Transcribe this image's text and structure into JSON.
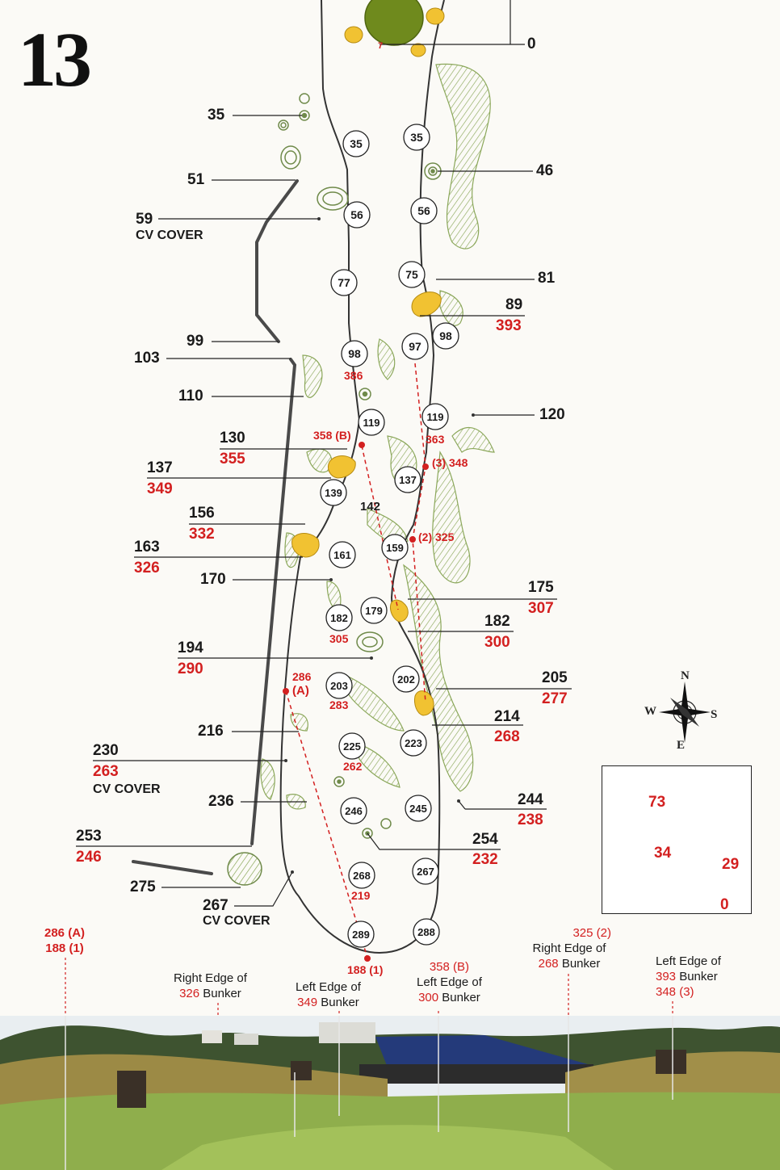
{
  "hole": {
    "number": "13"
  },
  "colors": {
    "fairway_line": "#333333",
    "path": "#4a4a4a",
    "sand": "#f1c232",
    "green": "#6f8a1d",
    "rough": "#7f9f4a",
    "red": "#d32020"
  },
  "yardage_markers": [
    {
      "id": "m35l",
      "value": "35"
    },
    {
      "id": "m35r",
      "value": "35"
    },
    {
      "id": "m56l",
      "value": "56"
    },
    {
      "id": "m56r",
      "value": "56"
    },
    {
      "id": "m77",
      "value": "77"
    },
    {
      "id": "m75",
      "value": "75"
    },
    {
      "id": "m98l",
      "value": "98"
    },
    {
      "id": "m97",
      "value": "97"
    },
    {
      "id": "m98r",
      "value": "98"
    },
    {
      "id": "m119l",
      "value": "119"
    },
    {
      "id": "m119r",
      "value": "119"
    },
    {
      "id": "m139",
      "value": "139"
    },
    {
      "id": "m137",
      "value": "137"
    },
    {
      "id": "m161",
      "value": "161"
    },
    {
      "id": "m159",
      "value": "159"
    },
    {
      "id": "m182",
      "value": "182"
    },
    {
      "id": "m179",
      "value": "179"
    },
    {
      "id": "m203",
      "value": "203"
    },
    {
      "id": "m202",
      "value": "202"
    },
    {
      "id": "m225",
      "value": "225"
    },
    {
      "id": "m223",
      "value": "223"
    },
    {
      "id": "m246",
      "value": "246"
    },
    {
      "id": "m245",
      "value": "245"
    },
    {
      "id": "m268",
      "value": "268"
    },
    {
      "id": "m267",
      "value": "267"
    },
    {
      "id": "m289",
      "value": "289"
    },
    {
      "id": "m288",
      "value": "288"
    }
  ],
  "small_labels": {
    "s386": "386",
    "s358b": "358 (B)",
    "s363": "363",
    "s348": "(3) 348",
    "s142": "142",
    "s325": "(2) 325",
    "s305": "305",
    "s286": "286",
    "s286a": "(A)",
    "s283": "283",
    "s262": "262",
    "s219": "219",
    "s188": "188 (1)",
    "s7": "7"
  },
  "callouts": {
    "c0": "0",
    "c35": "35",
    "c46": "46",
    "c51": "51",
    "c59": "59",
    "c59s": "CV COVER",
    "c81": "81",
    "c89": "89",
    "c89r": "393",
    "c99": "99",
    "c103": "103",
    "c110": "110",
    "c120": "120",
    "c130": "130",
    "c130r": "355",
    "c137": "137",
    "c137r": "349",
    "c156": "156",
    "c156r": "332",
    "c163": "163",
    "c163r": "326",
    "c170": "170",
    "c175": "175",
    "c175r": "307",
    "c182": "182",
    "c182r": "300",
    "c194": "194",
    "c194r": "290",
    "c205": "205",
    "c205r": "277",
    "c214": "214",
    "c214r": "268",
    "c216": "216",
    "c230": "230",
    "c230r": "263",
    "c230s": "CV COVER",
    "c236": "236",
    "c244": "244",
    "c244r": "238",
    "c253": "253",
    "c253r": "246",
    "c254": "254",
    "c254r": "232",
    "c275": "275",
    "c267": "267",
    "c267s": "CV COVER"
  },
  "compass": {
    "n": "N",
    "s": "S",
    "e": "E",
    "w": "W"
  },
  "legend": {
    "t73": "73",
    "t34": "34",
    "t29": "29",
    "t0": "0"
  },
  "captions": [
    {
      "id": "cap1",
      "line1": "286 (A)",
      "line2": "188 (1)"
    },
    {
      "id": "cap2",
      "line1": "Right Edge of",
      "num": "326",
      "rest": " Bunker"
    },
    {
      "id": "cap3",
      "line1": "Left Edge of",
      "num": "349",
      "rest": " Bunker"
    },
    {
      "id": "cap4",
      "top": "358 (B)",
      "line1": "Left Edge of",
      "num": "300",
      "rest": " Bunker"
    },
    {
      "id": "cap5",
      "top": "325 (2)",
      "line1": "Right Edge of",
      "num": "268",
      "rest": " Bunker"
    },
    {
      "id": "cap6",
      "line1": "Left Edge of",
      "num": "393",
      "rest": " Bunker",
      "bottom": "348 (3)"
    }
  ]
}
